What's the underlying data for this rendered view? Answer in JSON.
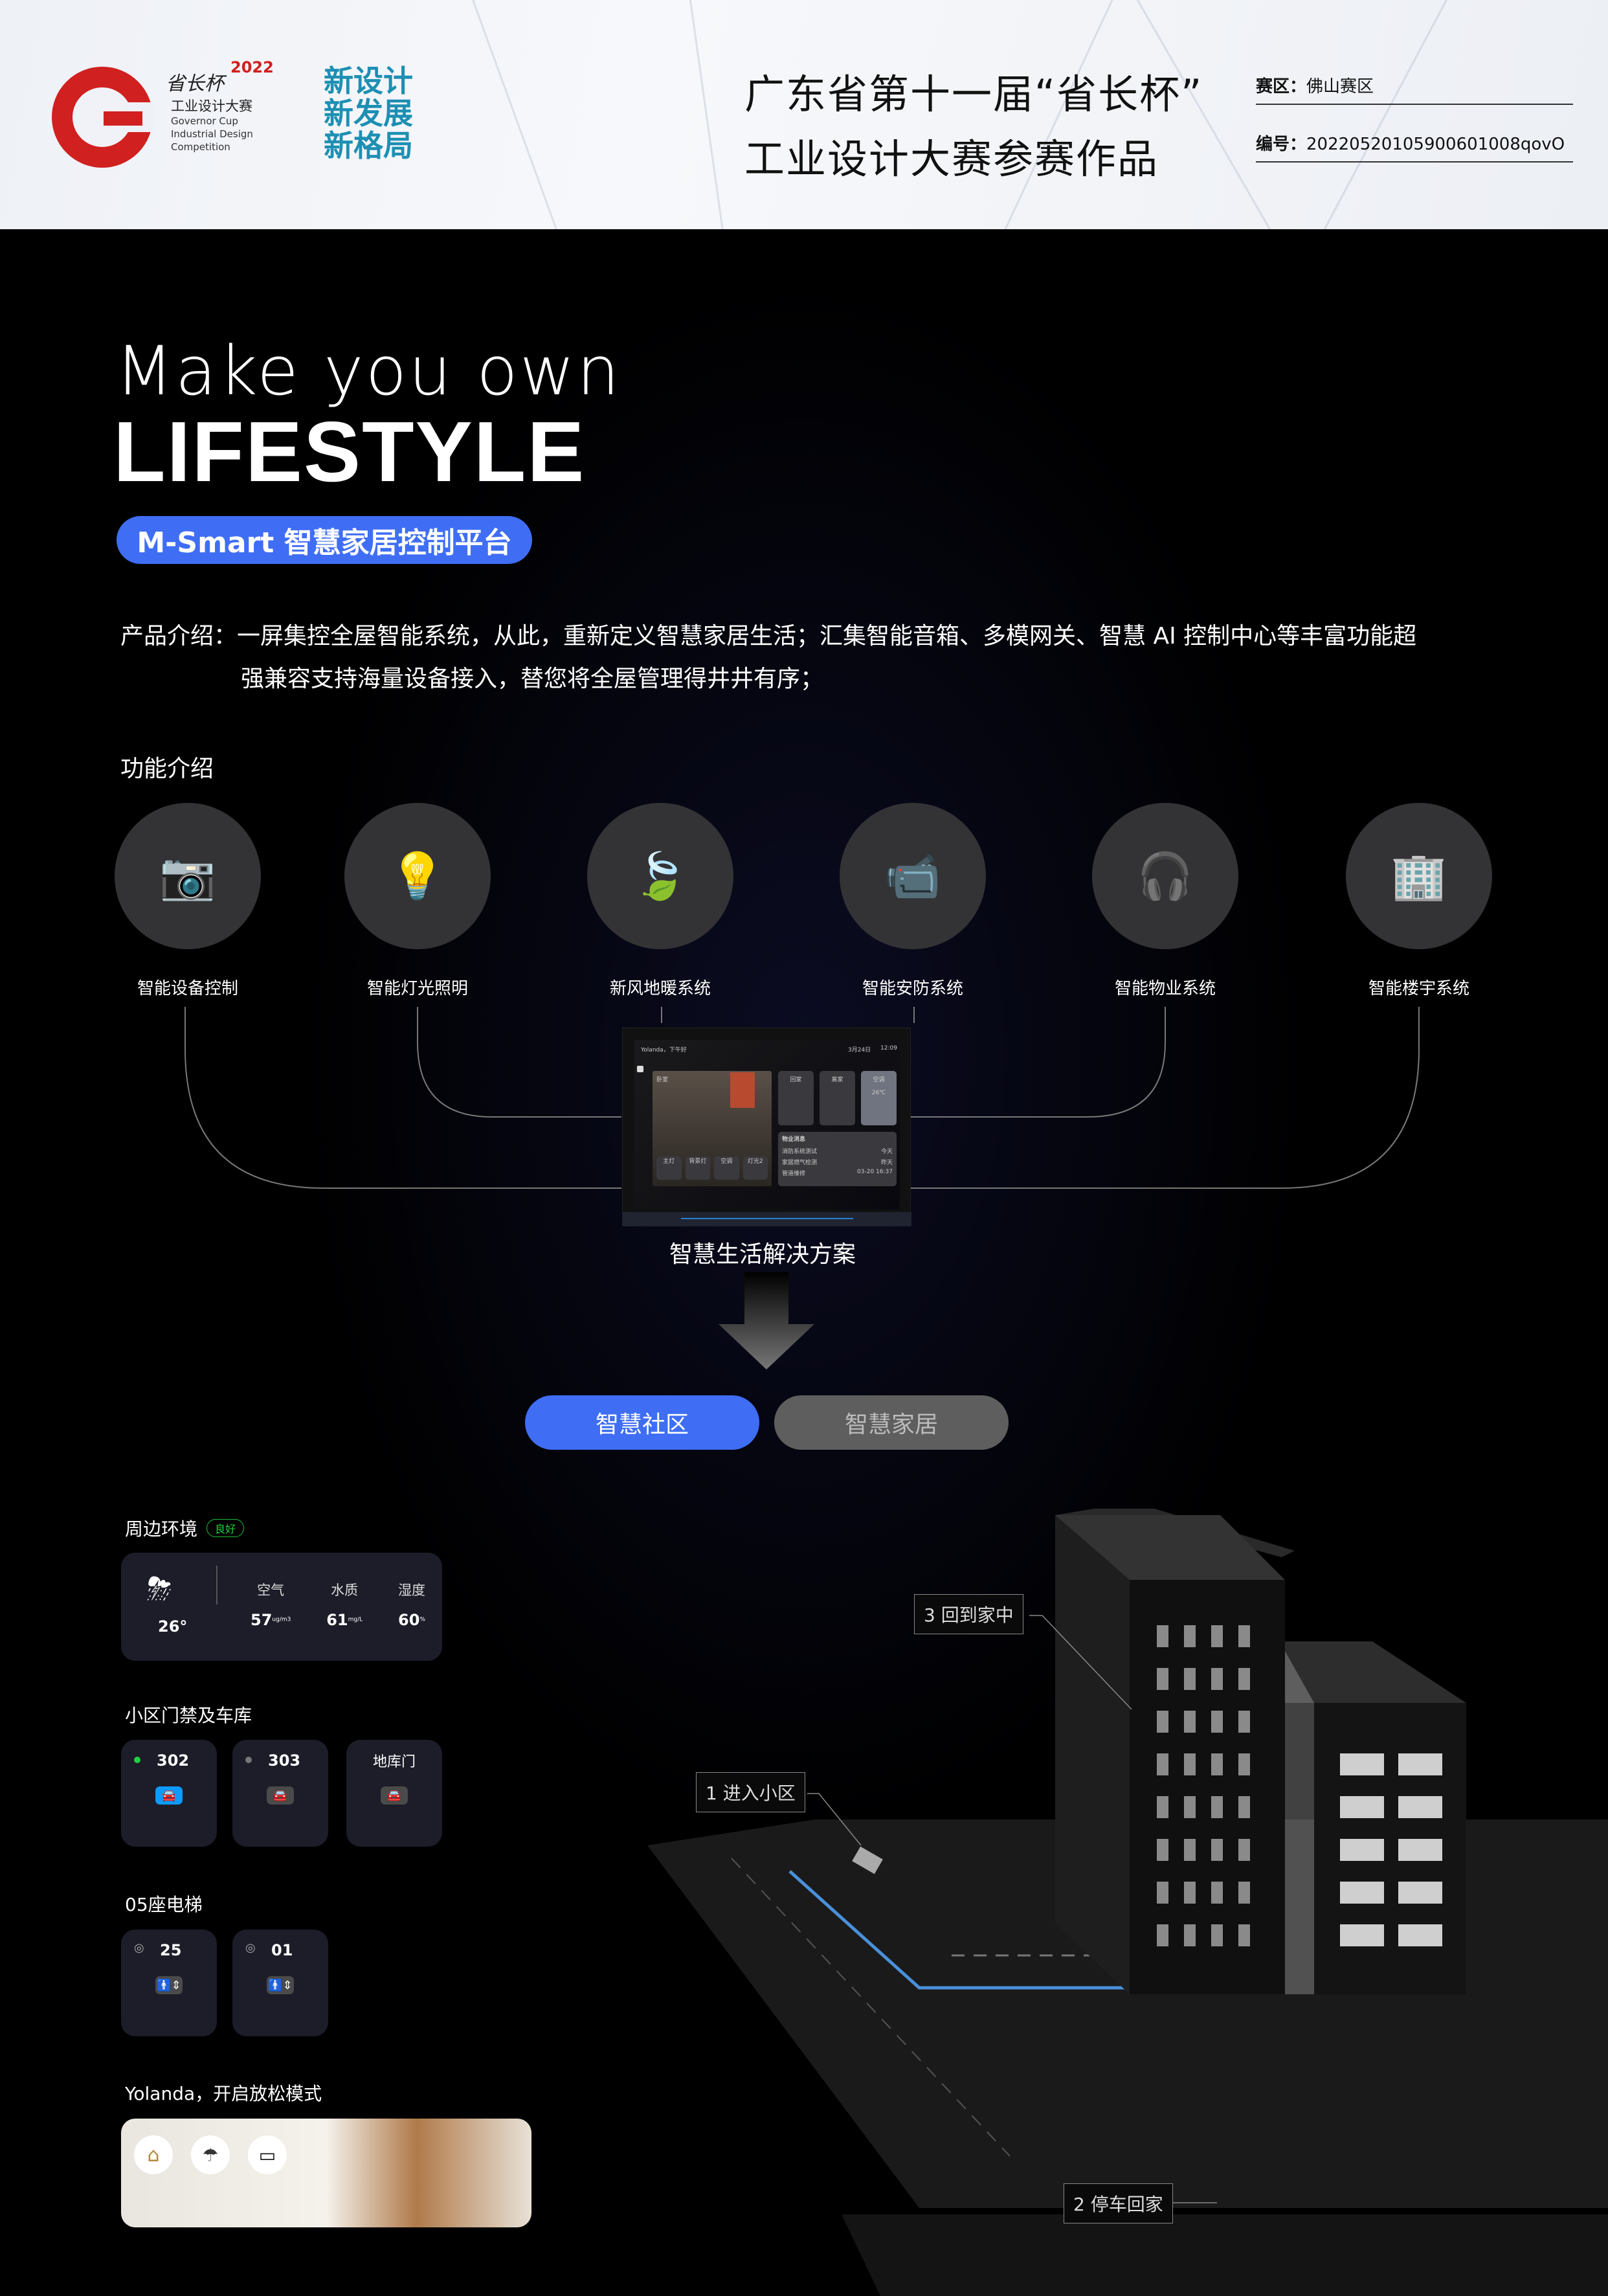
{
  "header": {
    "logo": {
      "year": "2022",
      "name_cn": "省长杯",
      "subtitle_cn": "工业设计大赛",
      "subtitle_en": [
        "Governor Cup",
        "Industrial Design",
        "Competition"
      ]
    },
    "slogans": [
      "新设计",
      "新发展",
      "新格局"
    ],
    "title_lines": [
      "广东省第十一届“省长杯”",
      "工业设计大赛参赛作品"
    ],
    "division_label": "赛区：",
    "division_value": "佛山赛区",
    "number_label": "编号：",
    "number_value": "20220520105900601008qovO"
  },
  "hero": {
    "line1": "Make you own",
    "line2": "LIFESTYLE",
    "pill": "M-Smart 智慧家居控制平台"
  },
  "intro": {
    "label": "产品介绍：",
    "line1": "一屏集控全屋智能系统，从此，重新定义智慧家居生活；汇集智能音箱、多模网关、智慧 AI 控制中心等丰富功能超",
    "line2": "强兼容支持海量设备接入，替您将全屋管理得井井有序；"
  },
  "features": {
    "title": "功能介绍",
    "items": [
      {
        "label": "智能设备控制",
        "icon": "camera-icon"
      },
      {
        "label": "智能灯光照明",
        "icon": "bulb-icon"
      },
      {
        "label": "新风地暖系统",
        "icon": "leaf-icon"
      },
      {
        "label": "智能安防系统",
        "icon": "cctv-icon"
      },
      {
        "label": "智能物业系统",
        "icon": "support-agent-icon"
      },
      {
        "label": "智能楼宇系统",
        "icon": "building-icon"
      }
    ]
  },
  "tablet": {
    "greeting": "Yolanda，下午好",
    "date": "3月24日",
    "time": "12:09",
    "room": "卧室",
    "scenes": [
      "回家",
      "离家",
      "空调"
    ],
    "ac_temp": "26℃",
    "devices": [
      "主灯",
      "背景灯",
      "空调",
      "灯光2"
    ],
    "notice_title": "物业消息",
    "notices": [
      {
        "title": "消防系统测试",
        "time": "今天"
      },
      {
        "title": "家居燃气检测",
        "time": "昨天"
      },
      {
        "title": "管道维修",
        "time": "03-20 16:37"
      }
    ]
  },
  "solution_label": "智慧生活解决方案",
  "tabs": [
    {
      "label": "智慧社区",
      "active": true
    },
    {
      "label": "智慧家居",
      "active": false
    }
  ],
  "environment": {
    "title": "周边环境",
    "status": "良好",
    "temp": "26°",
    "metrics": [
      {
        "label": "空气",
        "value": "57",
        "unit": "ug/m3"
      },
      {
        "label": "水质",
        "value": "61",
        "unit": "mg/L"
      },
      {
        "label": "湿度",
        "value": "60",
        "unit": "%"
      }
    ]
  },
  "gates": {
    "title": "小区门禁及车库",
    "items": [
      {
        "label": "302",
        "status": "online"
      },
      {
        "label": "303",
        "status": "offline"
      },
      {
        "label": "地库门"
      }
    ]
  },
  "elevator": {
    "title": "05座电梯",
    "items": [
      {
        "label": "25"
      },
      {
        "label": "01"
      }
    ]
  },
  "mode": {
    "title": "Yolanda，开启放松模式"
  },
  "steps": [
    "1 进入小区",
    "2 停车回家",
    "3 回到家中"
  ],
  "colors": {
    "accent": "#3f6ef5",
    "good": "#1fd13f",
    "card": "#1c1d29",
    "red": "#d0201f",
    "teal": "#1d8fb2"
  }
}
